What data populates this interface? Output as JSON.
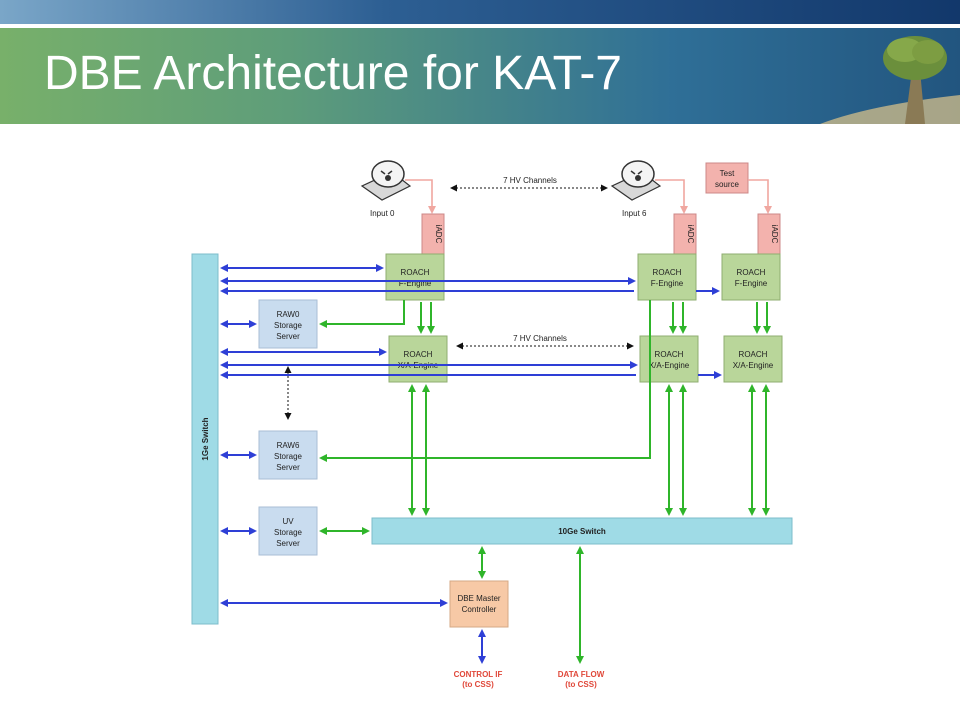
{
  "slide": {
    "title": "DBE Architecture for KAT-7"
  },
  "diagram": {
    "inputs": {
      "input0": "Input 0",
      "input6": "Input 6",
      "test_source_line1": "Test",
      "test_source_line2": "source"
    },
    "adc_label": "iADC",
    "hv_channels_label": "7 HV Channels",
    "roach_label": "ROACH",
    "f_engine_label": "F-Engine",
    "xa_engine_label": "X/A-Engine",
    "storage": {
      "raw0_name": "RAW0",
      "raw6_name": "RAW6",
      "uv_name": "UV",
      "storage_word": "Storage",
      "server_word": "Server"
    },
    "switch_1ge": "1Ge Switch",
    "switch_10ge": "10Ge Switch",
    "master": {
      "line1": "DBE Master",
      "line2": "Controller"
    },
    "control_if": {
      "line1": "CONTROL IF",
      "line2": "(to CSS)"
    },
    "data_flow": {
      "line1": "DATA FLOW",
      "line2": "(to CSS)"
    },
    "colors": {
      "blue_arrow": "#2e3fd6",
      "green_arrow": "#2fb52a",
      "pink_arrow": "#f0a7a0",
      "roach_fill": "#b9d69a",
      "adc_fill": "#f3b2ad",
      "storage_fill": "#c9dcef",
      "switch_fill": "#9fdbe6",
      "master_fill": "#f7c9a6",
      "note_red": "#e0483a"
    }
  }
}
